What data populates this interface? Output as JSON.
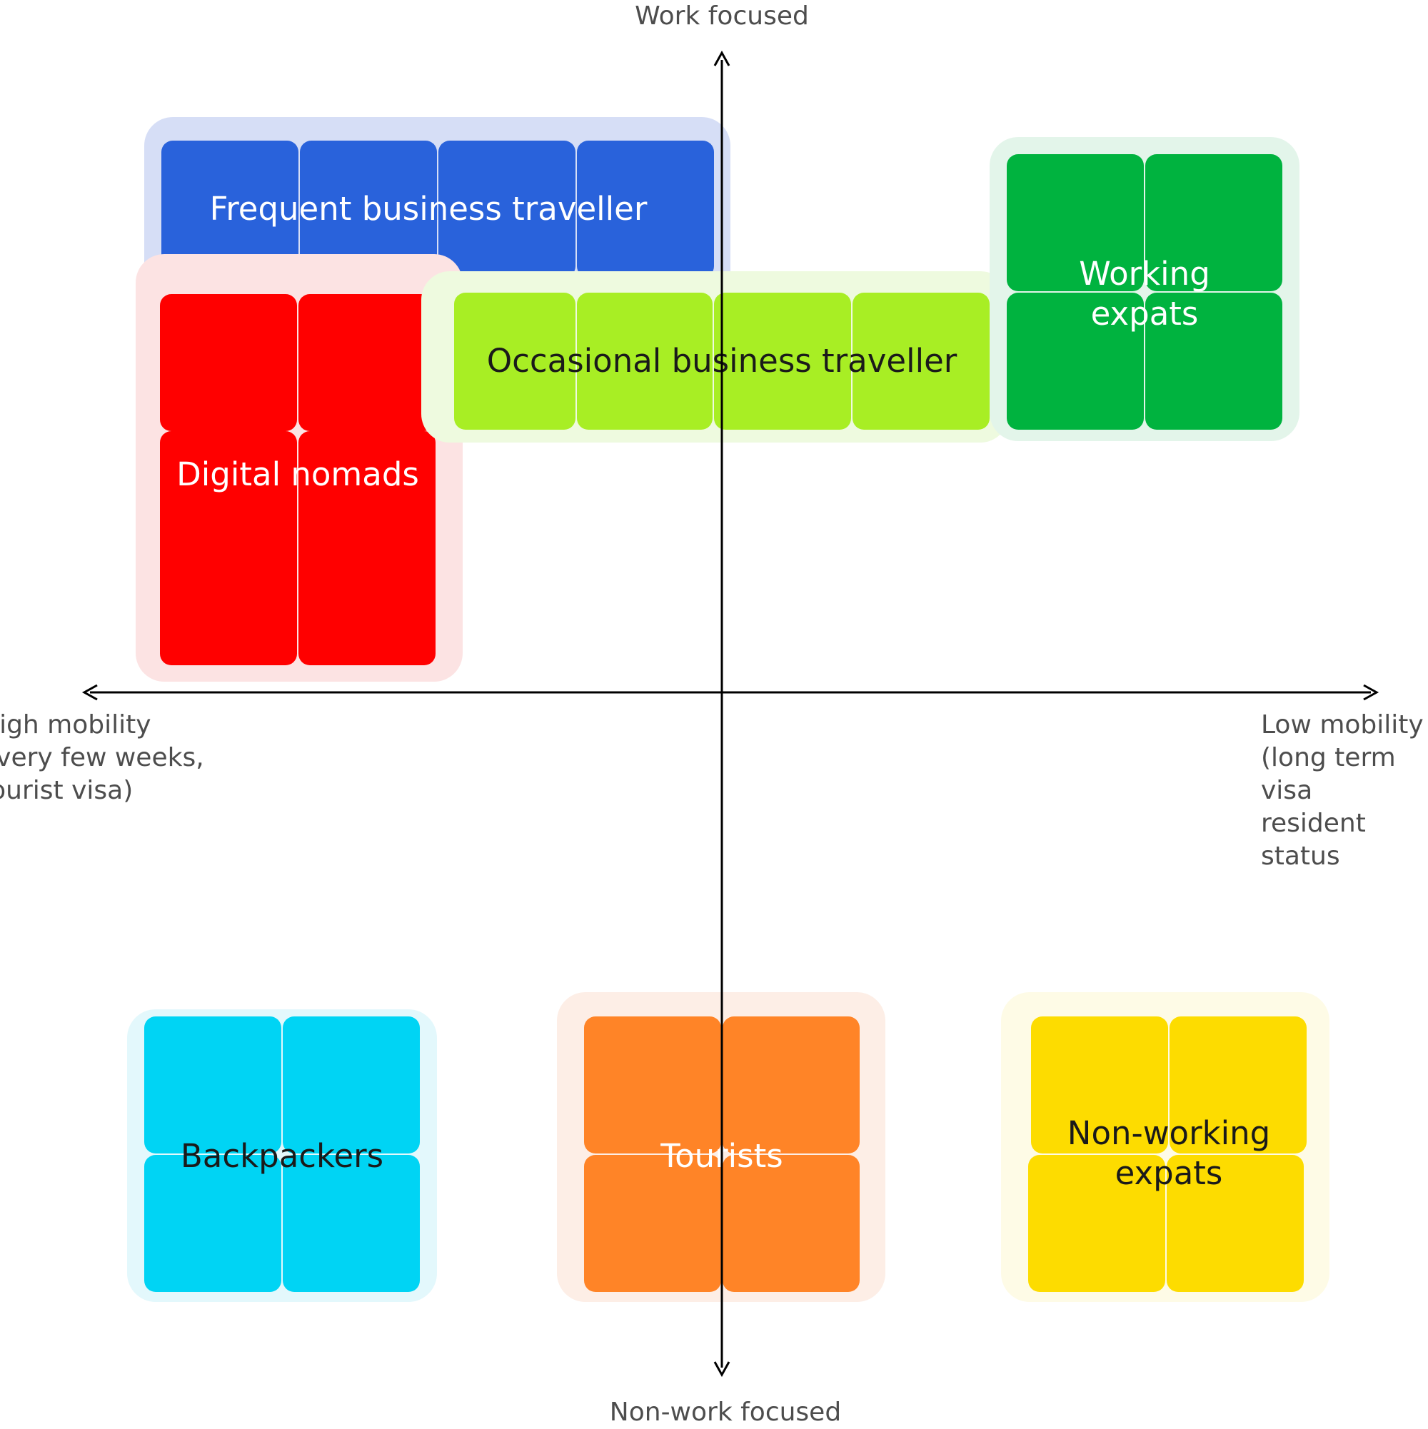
{
  "axes": {
    "top": "Work focused",
    "bottom": "Non-work focused",
    "left": "High mobility\nevery few weeks,\ntourist visa)",
    "right": "Low mobility\n(long term visa\nresident status"
  },
  "groups": [
    {
      "id": "frequent-business-traveller",
      "label": "Frequent business traveller",
      "fill": "#2962DB",
      "halo": "#D6DEF6",
      "text_color": "#FFFFFF"
    },
    {
      "id": "digital-nomads",
      "label": "Digital nomads",
      "fill": "#FF0000",
      "halo": "#FCE3E3",
      "text_color": "#FFFFFF"
    },
    {
      "id": "occasional-business-traveller",
      "label": "Occasional business traveller",
      "fill": "#A8EE24",
      "halo": "#EEFADF",
      "text_color": "#1A1A1A"
    },
    {
      "id": "working-expats",
      "label": "Working\nexpats",
      "fill": "#00B33F",
      "halo": "#E3F5EA",
      "text_color": "#FFFFFF"
    },
    {
      "id": "backpackers",
      "label": "Backpackers",
      "fill": "#00D4F4",
      "halo": "#E3F8FC",
      "text_color": "#1A1A1A"
    },
    {
      "id": "tourists",
      "label": "Tourists",
      "fill": "#FF8427",
      "halo": "#FDEEE6",
      "text_color": "#FFFFFF"
    },
    {
      "id": "non-working-expats",
      "label": "Non-working\nexpats",
      "fill": "#FDDC00",
      "halo": "#FEFBE6",
      "text_color": "#1A1A1A"
    }
  ]
}
